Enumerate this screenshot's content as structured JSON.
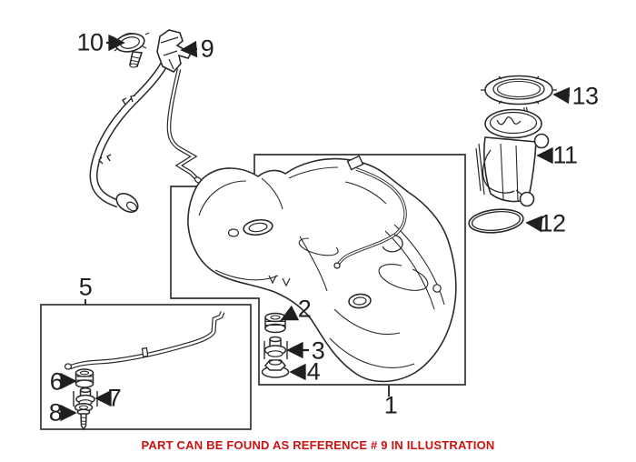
{
  "illustration": {
    "description_colors": {
      "line": "#2a2a2a",
      "box_border": "#333333",
      "background": "#ffffff"
    }
  },
  "callouts": {
    "c1": "1",
    "c2": "2",
    "c3": "3",
    "c4": "4",
    "c5": "5",
    "c6": "6",
    "c7": "7",
    "c8": "8",
    "c9": "9",
    "c10": "10",
    "c11": "11",
    "c12": "12",
    "c13": "13"
  },
  "notice": {
    "text": "PART CAN BE FOUND AS REFERENCE # 9 IN ILLUSTRATION",
    "color": "#cc1111"
  }
}
